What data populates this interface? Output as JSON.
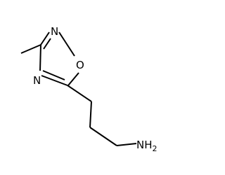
{
  "molecule": {
    "atoms": {
      "n_top": {
        "symbol": "N",
        "color": "#0000ff"
      },
      "o_ring": {
        "symbol": "O",
        "color": "#ff0000"
      },
      "n_left": {
        "symbol": "N",
        "color": "#0000ff"
      },
      "amine": {
        "symbol": "NH",
        "subscript": "2",
        "color": "#0000ff"
      }
    }
  }
}
